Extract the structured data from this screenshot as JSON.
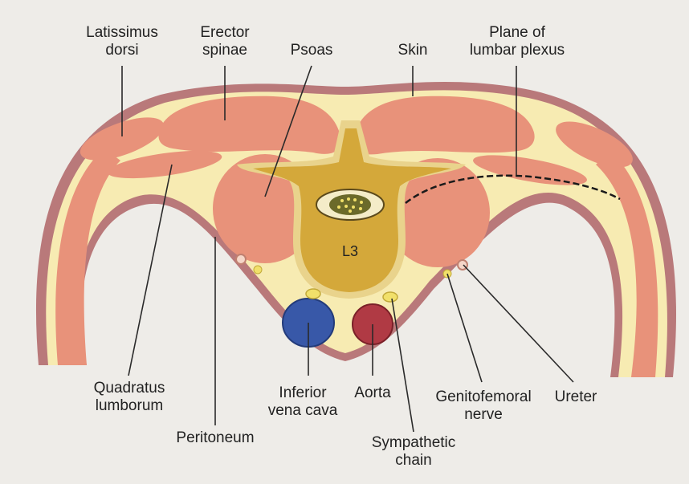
{
  "labels": {
    "latissimus_dorsi": "Latissimus\ndorsi",
    "erector_spinae": "Erector\nspinae",
    "psoas": "Psoas",
    "skin": "Skin",
    "plane_of_lumbar_plexus": "Plane of\nlumbar plexus",
    "vertebra": "L3",
    "quadratus_lumborum": "Quadratus\nlumborum",
    "peritoneum": "Peritoneum",
    "inferior_vena_cava": "Inferior\nvena cava",
    "aorta": "Aorta",
    "genitofemoral_nerve": "Genitofemoral\nnerve",
    "ureter": "Ureter",
    "sympathetic_chain": "Sympathetic\nchain"
  },
  "colors": {
    "background": "#eeece8",
    "skin_outline": "#b9797a",
    "subcutaneous": "#f7ebb2",
    "muscle": "#e8927a",
    "vertebra": "#d4a83a",
    "vertebra_outline": "#e9d38c",
    "ivc": "#3858a8",
    "aorta": "#b03a44",
    "nerve": "#f1e06a",
    "leader_line": "#2a2a2a"
  }
}
